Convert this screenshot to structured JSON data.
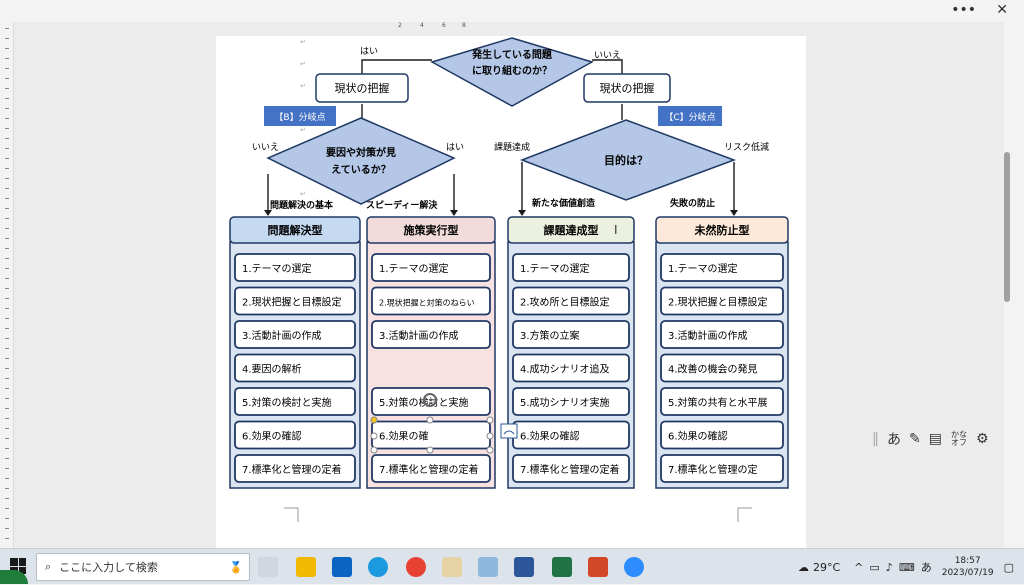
{
  "window": {
    "menu_dots": "•••",
    "close": "✕"
  },
  "ruler": {
    "ticks": [
      "2",
      "4",
      "6",
      "8"
    ]
  },
  "flow": {
    "top_question": "発生している問題に取り組むのか？",
    "top_question_l1": "発生している問題",
    "top_question_l2": "に取り組むのか？",
    "yes_left": "はい",
    "no_right": "いいえ",
    "grasp_left": "現状の把握",
    "grasp_right": "現状の把握",
    "branch_b": "【B】分岐点",
    "branch_c": "【C】分岐点",
    "mid_question_l1": "要因や対策が見",
    "mid_question_l2": "えているか？",
    "mid_no": "いいえ",
    "mid_yes": "はい",
    "purpose_question": "目的は？",
    "purpose_left": "課題達成",
    "purpose_right": "リスク低減",
    "label_basic": "問題解決の基本",
    "label_speedy": "スピーディー解決",
    "label_new_value": "新たな価値創造",
    "label_prevent": "失敗の防止"
  },
  "columns": [
    {
      "title": "問題解決型",
      "steps": [
        "1.テーマの選定",
        "2.現状把握と目標設定",
        "3.活動計画の作成",
        "4.要因の解析",
        "5.対策の検討と実施",
        "6.効果の確認",
        "7.標準化と管理の定着"
      ]
    },
    {
      "title": "施策実行型",
      "steps": [
        "1.テーマの選定",
        "2.現状把握と対策のねらい",
        "3.活動計画の作成",
        "5.対策の検討と実施",
        "6.効果の確",
        "7.標準化と管理の定着"
      ]
    },
    {
      "title": "課題達成型",
      "steps": [
        "1.テーマの選定",
        "2.攻め所と目標設定",
        "3.方策の立案",
        "4.成功シナリオ追及",
        "5.成功シナリオ実施",
        "6.効果の確認",
        "7.標準化と管理の定着"
      ]
    },
    {
      "title": "未然防止型",
      "steps": [
        "1.テーマの選定",
        "2.現状把握と目標設定",
        "3.活動計画の作成",
        "4.改善の機会の発見",
        "5.対策の共有と水平展",
        "6.効果の確認",
        "7.標準化と管理の定"
      ]
    }
  ],
  "colors": {
    "border": "#1f3864",
    "diamond": "#b4c7e7",
    "branch_box": "#4472c4",
    "col1_header": "#c5d9f1",
    "col2_header": "#f2dcdb",
    "col2_body": "#f8e1e1",
    "col3_header": "#ebf1de",
    "col4_header": "#fde9d9",
    "col_body": "#dbe5f1"
  },
  "ime": {
    "kana_mode": "あ",
    "kana_toggle": "かなオフ"
  },
  "taskbar": {
    "search_placeholder": "ここに入力して検索",
    "temperature": "29°C",
    "ime_indicator": "あ",
    "time": "18:57",
    "date": "2023/07/19"
  }
}
